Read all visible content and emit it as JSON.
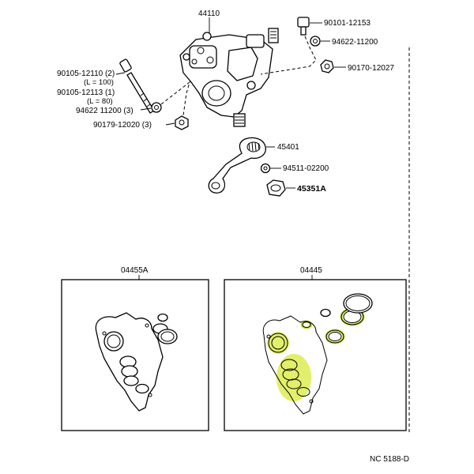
{
  "parts": {
    "gear_housing": "44110",
    "bolt_top_right": "90101-12153",
    "washer_top_right": "94622-11200",
    "nut_top_right": "90170-12027",
    "bolt_long": "90105-12110 (2)",
    "bolt_long_len": "(L = 100)",
    "bolt_short": "90105-12113 (1)",
    "bolt_short_len": "(L = 80)",
    "washer_left": "94622 11200 (3)",
    "nut_left": "90179-12020 (3)",
    "pitman_arm": "45401",
    "lock_washer": "94511-02200",
    "pitman_nut": "45351A"
  },
  "kits": {
    "kit_left": "04455A",
    "kit_right": "04445"
  },
  "drawing_code": "NC 5188-D",
  "colors": {
    "highlight": "#d7ea3a",
    "line": "#000000"
  }
}
